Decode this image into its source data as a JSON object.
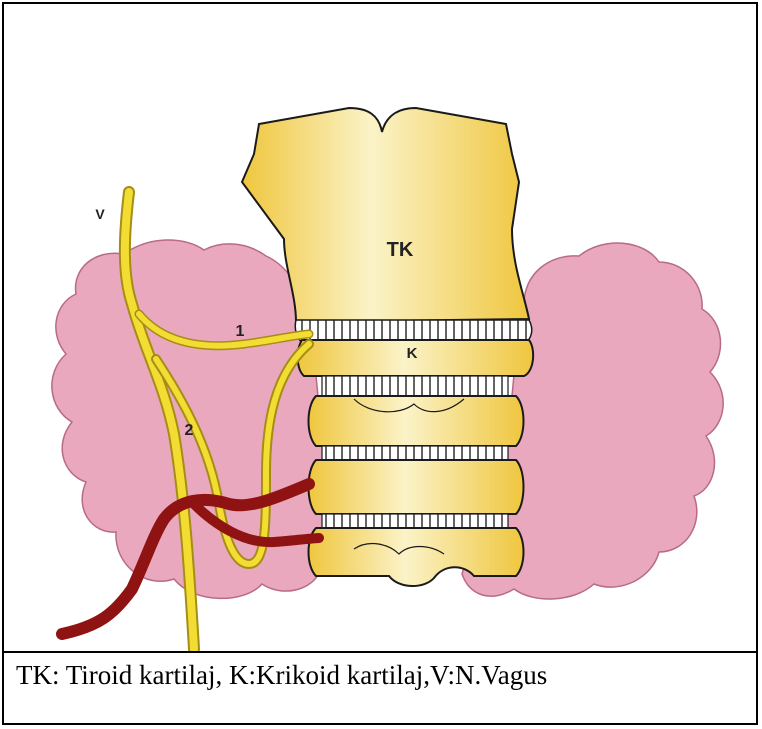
{
  "diagram": {
    "labels": {
      "thyroid_cartilage": "TK",
      "cricoid_cartilage": "K",
      "vagus": "V",
      "nerve_1": "1",
      "nerve_2": "2"
    },
    "colors": {
      "cartilage": "#f2cf4a",
      "cartilage_light": "#fbf3c8",
      "thyroid_gland": "#e9a8bd",
      "nerve": "#f3dd33",
      "artery": "#8f1313",
      "outline": "#1a1a1a"
    }
  },
  "caption": {
    "text": "TK: Tiroid kartilaj, K:Krikoid kartilaj,V:N.Vagus"
  }
}
